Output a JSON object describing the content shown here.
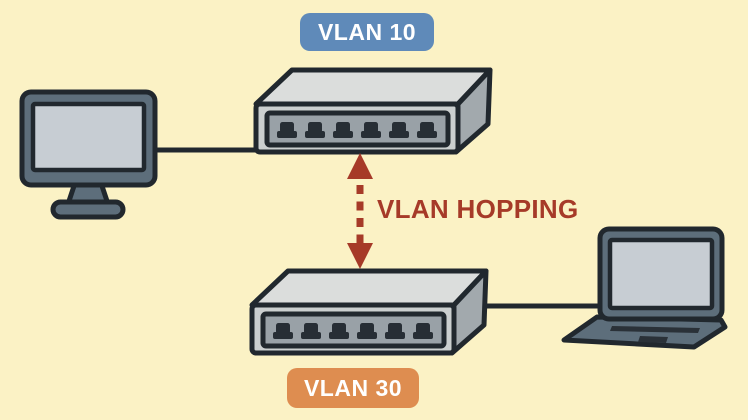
{
  "diagram": {
    "title": "VLAN hopping attack diagram",
    "background_color": "#FBF2C5"
  },
  "badges": {
    "top": {
      "label": "VLAN 10",
      "color": "#5F8AB9"
    },
    "bottom": {
      "label": "VLAN 30",
      "color": "#DE8D50"
    }
  },
  "arrow_label": {
    "text": "VLAN HOPPING",
    "color": "#A63A28"
  },
  "nodes": [
    {
      "name": "desktop-computer",
      "type": "monitor",
      "connected_to": "switch-vlan-10"
    },
    {
      "name": "switch-vlan-10",
      "type": "switch",
      "ports_visible": 6,
      "vlan": "VLAN 10"
    },
    {
      "name": "switch-vlan-30",
      "type": "switch",
      "ports_visible": 6,
      "vlan": "VLAN 30"
    },
    {
      "name": "laptop-computer",
      "type": "laptop",
      "connected_to": "switch-vlan-30"
    }
  ],
  "links": [
    {
      "from": "desktop-computer",
      "to": "switch-vlan-10",
      "style": "solid-cable"
    },
    {
      "from": "switch-vlan-30",
      "to": "laptop-computer",
      "style": "solid-cable"
    },
    {
      "from": "switch-vlan-10",
      "to": "switch-vlan-30",
      "style": "dashed-double-arrow",
      "label": "VLAN HOPPING"
    }
  ],
  "colors": {
    "outline": "#21282E",
    "device_body": "#5D6E7B",
    "screen": "#C7CDD3",
    "switch_top": "#DBDDDC",
    "switch_front": "#CBCFCF",
    "switch_side": "#A2A9AD",
    "port_strip": "#99A1A7",
    "port": "#272E35",
    "arrow_red": "#A63A28"
  }
}
